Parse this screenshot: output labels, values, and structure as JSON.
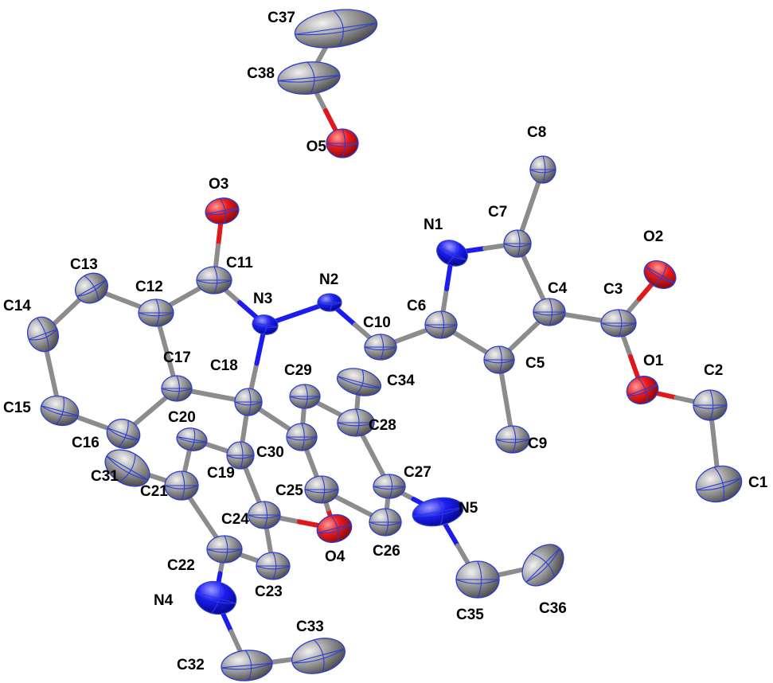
{
  "colors": {
    "background": "#ffffff",
    "carbon": "#8c8c8c",
    "nitrogen": "#1c1cf0",
    "oxygen": "#e0181c",
    "ellipse_lines": "#2b3cd6",
    "label": "#000000"
  },
  "atoms": [
    {
      "id": "C37",
      "element": "C",
      "label": "C37"
    },
    {
      "id": "C38",
      "element": "C",
      "label": "C38"
    },
    {
      "id": "O5",
      "element": "O",
      "label": "O5"
    },
    {
      "id": "C8",
      "element": "C",
      "label": "C8"
    },
    {
      "id": "O3",
      "element": "O",
      "label": "O3"
    },
    {
      "id": "N1",
      "element": "N",
      "label": "N1"
    },
    {
      "id": "C7",
      "element": "C",
      "label": "C7"
    },
    {
      "id": "O2",
      "element": "O",
      "label": "O2"
    },
    {
      "id": "C13",
      "element": "C",
      "label": "C13"
    },
    {
      "id": "C11",
      "element": "C",
      "label": "C11"
    },
    {
      "id": "N2",
      "element": "N",
      "label": "N2"
    },
    {
      "id": "C12",
      "element": "C",
      "label": "C12"
    },
    {
      "id": "N3",
      "element": "N",
      "label": "N3"
    },
    {
      "id": "C6",
      "element": "C",
      "label": "C6"
    },
    {
      "id": "C4",
      "element": "C",
      "label": "C4"
    },
    {
      "id": "C3",
      "element": "C",
      "label": "C3"
    },
    {
      "id": "C14",
      "element": "C",
      "label": "C14"
    },
    {
      "id": "C10",
      "element": "C",
      "label": "C10"
    },
    {
      "id": "C17",
      "element": "C",
      "label": "C17"
    },
    {
      "id": "C18",
      "element": "C",
      "label": "C18"
    },
    {
      "id": "C29",
      "element": "C",
      "label": "C29"
    },
    {
      "id": "C5",
      "element": "C",
      "label": "C5"
    },
    {
      "id": "O1",
      "element": "O",
      "label": "O1"
    },
    {
      "id": "C2",
      "element": "C",
      "label": "C2"
    },
    {
      "id": "C34",
      "element": "C",
      "label": "C34"
    },
    {
      "id": "C15",
      "element": "C",
      "label": "C15"
    },
    {
      "id": "C28",
      "element": "C",
      "label": "C28"
    },
    {
      "id": "C20",
      "element": "C",
      "label": "C20"
    },
    {
      "id": "C16",
      "element": "C",
      "label": "C16"
    },
    {
      "id": "C30",
      "element": "C",
      "label": "C30"
    },
    {
      "id": "C9",
      "element": "C",
      "label": "C9"
    },
    {
      "id": "C19",
      "element": "C",
      "label": "C19"
    },
    {
      "id": "C27",
      "element": "C",
      "label": "C27"
    },
    {
      "id": "C31",
      "element": "C",
      "label": "C31"
    },
    {
      "id": "C25",
      "element": "C",
      "label": "C25"
    },
    {
      "id": "C1",
      "element": "C",
      "label": "C1"
    },
    {
      "id": "C21",
      "element": "C",
      "label": "C21"
    },
    {
      "id": "N5",
      "element": "N",
      "label": "N5"
    },
    {
      "id": "C24",
      "element": "C",
      "label": "C24"
    },
    {
      "id": "O4",
      "element": "O",
      "label": "O4"
    },
    {
      "id": "C26",
      "element": "C",
      "label": "C26"
    },
    {
      "id": "C22",
      "element": "C",
      "label": "C22"
    },
    {
      "id": "C23",
      "element": "C",
      "label": "C23"
    },
    {
      "id": "N4",
      "element": "N",
      "label": "N4"
    },
    {
      "id": "C35",
      "element": "C",
      "label": "C35"
    },
    {
      "id": "C36",
      "element": "C",
      "label": "C36"
    },
    {
      "id": "C33",
      "element": "C",
      "label": "C33"
    },
    {
      "id": "C32",
      "element": "C",
      "label": "C32"
    }
  ],
  "bonds": [
    [
      "C37",
      "C38"
    ],
    [
      "C38",
      "O5"
    ],
    [
      "O3",
      "C11"
    ],
    [
      "C11",
      "C12"
    ],
    [
      "C11",
      "N3"
    ],
    [
      "C12",
      "C13"
    ],
    [
      "C13",
      "C14"
    ],
    [
      "C14",
      "C15"
    ],
    [
      "C15",
      "C16"
    ],
    [
      "C16",
      "C17"
    ],
    [
      "C17",
      "C12"
    ],
    [
      "C17",
      "C18"
    ],
    [
      "C18",
      "N3"
    ],
    [
      "N3",
      "N2"
    ],
    [
      "N2",
      "C10"
    ],
    [
      "C10",
      "C6"
    ],
    [
      "C6",
      "N1"
    ],
    [
      "N1",
      "C7"
    ],
    [
      "C7",
      "C8"
    ],
    [
      "C7",
      "C4"
    ],
    [
      "C4",
      "C5"
    ],
    [
      "C5",
      "C6"
    ],
    [
      "C5",
      "C9"
    ],
    [
      "C4",
      "C3"
    ],
    [
      "C3",
      "O2"
    ],
    [
      "C3",
      "O1"
    ],
    [
      "O1",
      "C2"
    ],
    [
      "C2",
      "C1"
    ],
    [
      "C18",
      "C19"
    ],
    [
      "C18",
      "C30"
    ],
    [
      "C19",
      "C20"
    ],
    [
      "C20",
      "C21"
    ],
    [
      "C21",
      "C31"
    ],
    [
      "C21",
      "C22"
    ],
    [
      "C22",
      "C23"
    ],
    [
      "C23",
      "C24"
    ],
    [
      "C24",
      "C19"
    ],
    [
      "C22",
      "N4"
    ],
    [
      "N4",
      "C32"
    ],
    [
      "C32",
      "C33"
    ],
    [
      "C24",
      "O4"
    ],
    [
      "O4",
      "C25"
    ],
    [
      "C30",
      "C29"
    ],
    [
      "C29",
      "C28"
    ],
    [
      "C28",
      "C34"
    ],
    [
      "C28",
      "C27"
    ],
    [
      "C27",
      "C26"
    ],
    [
      "C26",
      "C25"
    ],
    [
      "C25",
      "C30"
    ],
    [
      "C27",
      "N5"
    ],
    [
      "N5",
      "C35"
    ],
    [
      "C35",
      "C36"
    ]
  ]
}
